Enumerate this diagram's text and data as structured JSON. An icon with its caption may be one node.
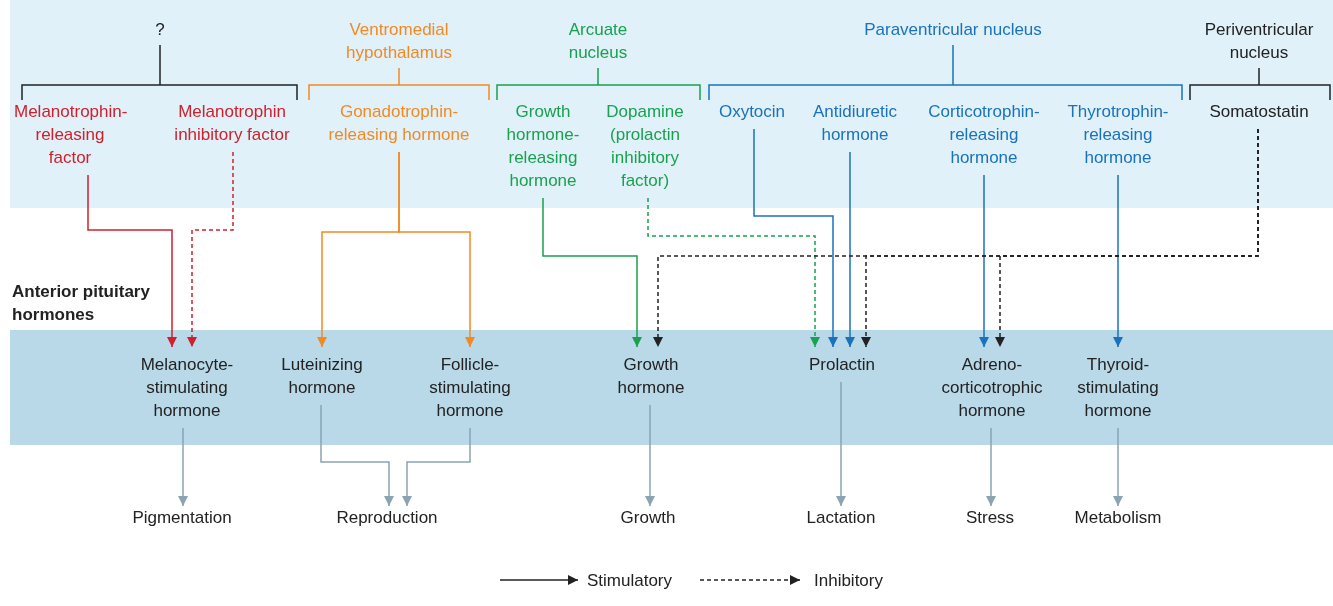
{
  "diagram": {
    "nodes": [
      {
        "text": [
          "Melanotrophin-releasing factor"
        ]
      },
      {
        "text": [
          "Melanotrophin inhibitory factor"
        ]
      },
      {
        "text": [
          "Gonadotrophin-releasing hormone"
        ]
      },
      {
        "text": [
          "Growth hormone-releasing hormone"
        ]
      },
      {
        "text": [
          "Dopamine (prolactin inhibitory factor)"
        ]
      },
      {
        "text": [
          "Oxytocin"
        ]
      },
      {
        "text": [
          "Antidiuretic hormone"
        ]
      },
      {
        "text": [
          "Corticotrophin-releasing hormone"
        ]
      },
      {
        "text": [
          "Thyrotrophin-releasing hormone"
        ]
      },
      {
        "text": [
          "Somatostatin"
        ]
      },
      {
        "text": [
          "Melanocyte-stimulating hormone"
        ]
      },
      {
        "text": [
          "Luteinizing hormone"
        ]
      },
      {
        "text": [
          "Follicle-stimulating hormone"
        ]
      },
      {
        "text": [
          "Growth hormone"
        ]
      },
      {
        "text": [
          "Prolactin"
        ]
      },
      {
        "text": [
          "Adreno-corticotrophic hormone"
        ]
      },
      {
        "text": [
          "Thyroid-stimulating hormone"
        ]
      },
      {
        "text": [
          "Pigmentation"
        ]
      },
      {
        "text": [
          "Reproduction"
        ]
      },
      {
        "text": [
          "Growth"
        ]
      },
      {
        "text": [
          "Lactation"
        ]
      },
      {
        "text": [
          "Stress"
        ]
      },
      {
        "text": [
          "Metabolism"
        ]
      }
    ],
    "edges": [
      {
        "from": 0,
        "to": 10,
        "arrow": "to",
        "color": "#d0202e"
      },
      {
        "from": 1,
        "to": 10,
        "arrow": "to",
        "style": "dashed",
        "color": "#d0202e"
      },
      {
        "from": 2,
        "to": 11,
        "arrow": "to",
        "color": "#f08a24"
      },
      {
        "from": 2,
        "to": 12,
        "arrow": "to",
        "color": "#f08a24"
      },
      {
        "from": 3,
        "to": 13,
        "arrow": "to",
        "color": "#1aa050"
      },
      {
        "from": 4,
        "to": 14,
        "arrow": "to",
        "style": "dashed",
        "color": "#1aa050"
      },
      {
        "from": 5,
        "to": 14,
        "arrow": "to",
        "color": "#1a72bb"
      },
      {
        "from": 6,
        "to": 14,
        "arrow": "to",
        "color": "#1a72bb"
      },
      {
        "from": 7,
        "to": 15,
        "arrow": "to",
        "color": "#1a72bb"
      },
      {
        "from": 8,
        "to": 16,
        "arrow": "to",
        "color": "#1a72bb"
      },
      {
        "from": 9,
        "to": 13,
        "arrow": "to",
        "style": "dashed",
        "color": "#222222"
      },
      {
        "from": 9,
        "to": 14,
        "arrow": "to",
        "style": "dashed",
        "color": "#222222"
      },
      {
        "from": 9,
        "to": 15,
        "arrow": "to",
        "style": "dashed",
        "color": "#222222"
      },
      {
        "from": 10,
        "to": 17,
        "arrow": "to"
      },
      {
        "from": 11,
        "to": 18,
        "arrow": "to"
      },
      {
        "from": 12,
        "to": 18,
        "arrow": "to"
      },
      {
        "from": 13,
        "to": 19,
        "arrow": "to"
      },
      {
        "from": 14,
        "to": 20,
        "arrow": "to"
      },
      {
        "from": 15,
        "to": 21,
        "arrow": "to"
      },
      {
        "from": 16,
        "to": 22,
        "arrow": "to"
      }
    ],
    "labels": [
      "?",
      "Ventromedial hypothalamus",
      "Arcuate nucleus",
      "Paraventricular nucleus",
      "Periventricular nucleus",
      "Anterior pituitary hormones"
    ],
    "legend": [
      {
        "text": "Stimulatory"
      },
      {
        "text": "Inhibitory"
      }
    ]
  }
}
